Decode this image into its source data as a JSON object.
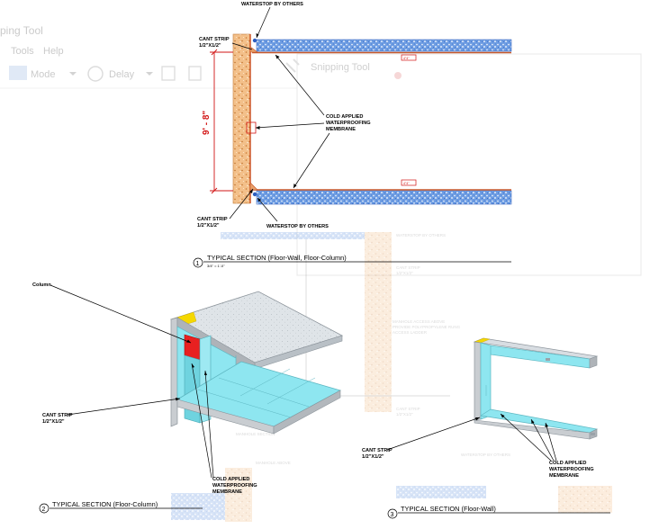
{
  "background_app": {
    "title": "ping Tool",
    "menu": {
      "tools": "Tools",
      "help": "Help"
    },
    "toolbar": {
      "mode": "Mode",
      "delay": "Delay"
    },
    "overlay_title": "Snipping Tool"
  },
  "section1": {
    "number": "1",
    "title": "TYPICAL SECTION (Floor-Wall, Floor-Column)",
    "scale": "3/4\" = 1'-0\"",
    "dimension": "9' - 8\"",
    "labels": {
      "waterstop_top": "WATERSTOP BY OTHERS",
      "cant_strip_top_1": "CANT STRIP",
      "cant_strip_top_2": "1/2\"X1/2\"",
      "membrane_1": "COLD APPLIED",
      "membrane_2": "WATERPROOFING",
      "membrane_3": "MEMBRANE",
      "cant_strip_bot_1": "CANT STRIP",
      "cant_strip_bot_2": "1/2\"X1/2\"",
      "waterstop_bot": "WATERSTOP BY OTHERS",
      "detail_tag": "4\"4\""
    }
  },
  "section2": {
    "number": "2",
    "title": "TYPICAL SECTION (Floor-Column)",
    "labels": {
      "column": "Column",
      "cant_strip_1": "CANT STRIP",
      "cant_strip_2": "1/2\"X1/2\"",
      "membrane_1": "COLD APPLIED",
      "membrane_2": "WATERPROOFING",
      "membrane_3": "MEMBRANE"
    }
  },
  "section3": {
    "number": "3",
    "title": "TYPICAL SECTION (Floor-Wall)",
    "labels": {
      "cant_strip_1": "CANT STRIP",
      "cant_strip_2": "1/2\"X1/2\"",
      "membrane_1": "COLD APPLIED",
      "membrane_2": "WATERPROOFING",
      "membrane_3": "MEMBRANE"
    }
  },
  "ghost_labels": {
    "waterstop": "WATERSTOP BY OTHERS",
    "cant_strip_1": "CANT STRIP",
    "cant_strip_2": "1/2\"X1/2\"",
    "manhole_1": "MANHOLE ACCESS ABOVE",
    "manhole_2": "PROVIDE POLYPROPYLENE RUNG",
    "manhole_3": "ACCESS LADDER",
    "cant_strip_b1": "CANT STRIP",
    "cant_strip_b2": "1/2\"X1/2\"",
    "manhole_section": "MANHOLE SECTION",
    "manhole_below": "MANHOLE ABOVE",
    "waterstop_b": "WATERSTOP BY OTHERS"
  },
  "colors": {
    "concrete": "#f2bd85",
    "membrane_blue": "#4f86d8",
    "slab_face": "#8ee6f0",
    "dimension_red": "#d21414",
    "column_red": "#e82020",
    "strip_yellow": "#f5d800"
  }
}
